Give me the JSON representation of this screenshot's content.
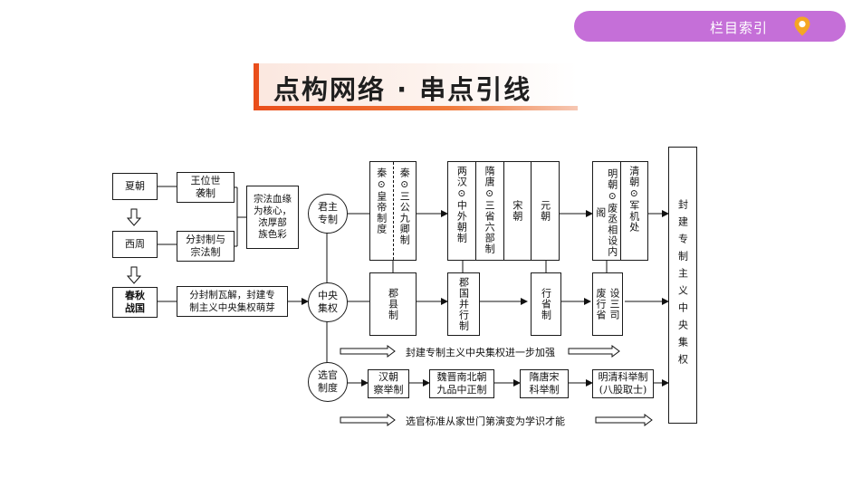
{
  "nav": {
    "label": "栏目索引"
  },
  "title": "点构网络 · 串点引线",
  "diagram": {
    "dynasty_xia": "夏朝",
    "dynasty_xizhou": "西周",
    "dynasty_chunqiu": "春秋\n战国",
    "wangwei": "王位世\n袭制",
    "fenfeng": "分封制与\n宗法制",
    "zongfa_core": "宗法血缘\n为核心，\n浓厚部\n族色彩",
    "fenfeng_collapse": "分封制瓦解，封建专\n制主义中央集权萌芽",
    "circle_junzhu": "君主\n专制",
    "circle_zhongyang": "中央\n集权",
    "circle_xuanguan": "选官\n制度",
    "qin_huangdi": "秦⊙皇帝制度",
    "qin_sangong": "秦⊙三公九卿制",
    "lianghan_zhongwai": "两汉⊙中外朝制",
    "suitang_sansheng": "隋唐⊙三省六部制",
    "song_chao": "宋朝",
    "yuan_chao": "元朝",
    "ming_chao": "明朝⊙废丞相设内阁",
    "qing_chao": "清朝⊙军机处",
    "junxian": "郡县制",
    "junguo": "郡国并行制",
    "xingsheng": "行省制",
    "fei_xingsheng": "废行省",
    "she_sansi": "设三司",
    "fengjian_final": "封建专制主义中央集权",
    "caption_strengthen": "封建专制主义中央集权进一步加强",
    "hanchao_chaju": "汉朝\n察举制",
    "weijin_jiupin": "魏晋南北朝\n九品中正制",
    "suitang_keju": "隋唐宋\n科举制",
    "mingqing_keju": "明清科举制\n(八股取士)",
    "caption_selection": "选官标准从家世门第演变为学识才能"
  },
  "colors": {
    "nav_bg": "#c56fd8",
    "pin": "#f5a623",
    "title_accent": "#e94e1b"
  }
}
